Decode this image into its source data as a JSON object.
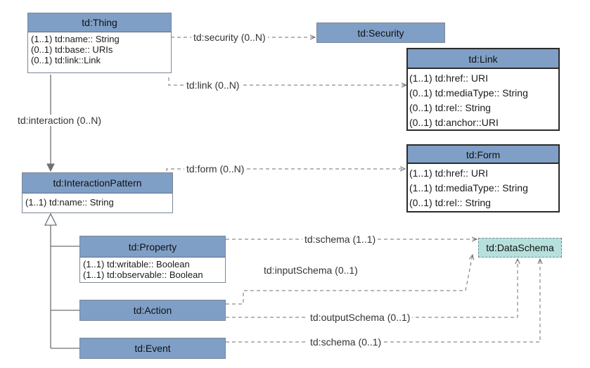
{
  "classes": {
    "thing": {
      "title": "td:Thing",
      "attrs": [
        "(1..1) td:name:: String",
        "(0..1) td:base:: URIs",
        "(0..1) td:link::Link"
      ]
    },
    "security": {
      "title": "td:Security"
    },
    "link": {
      "title": "td:Link",
      "attrs": [
        "(1..1) td:href:: URI",
        "(0..1) td:mediaType:: String",
        "(0..1) td:rel:: String",
        "(0..1) td:anchor::URI"
      ]
    },
    "interaction_pattern": {
      "title": "td:InteractionPattern",
      "attrs": [
        "(1..1) td:name:: String"
      ]
    },
    "form": {
      "title": "td:Form",
      "attrs": [
        "(1..1) td:href:: URI",
        "(1..1) td:mediaType:: String",
        "(0..1) td:rel:: String"
      ]
    },
    "property": {
      "title": "td:Property",
      "attrs": [
        "(1..1) td:writable:: Boolean",
        "(1..1) td:observable:: Boolean"
      ]
    },
    "action": {
      "title": "td:Action"
    },
    "event": {
      "title": "td:Event"
    },
    "data_schema": {
      "title": "td:DataSchema"
    }
  },
  "edges": {
    "security": "td:security (0..N)",
    "link": "td:link (0..N)",
    "interaction": "td:interaction (0..N)",
    "form": "td:form (0..N)",
    "property_schema": "td:schema (1..1)",
    "input_schema": "td:inputSchema (0..1)",
    "output_schema": "td:outputSchema (0..1)",
    "event_schema": "td:schema (0..1)"
  },
  "colors": {
    "header": "#7f9fc6",
    "data_schema": "#b6e0dc",
    "line": "#707070"
  }
}
